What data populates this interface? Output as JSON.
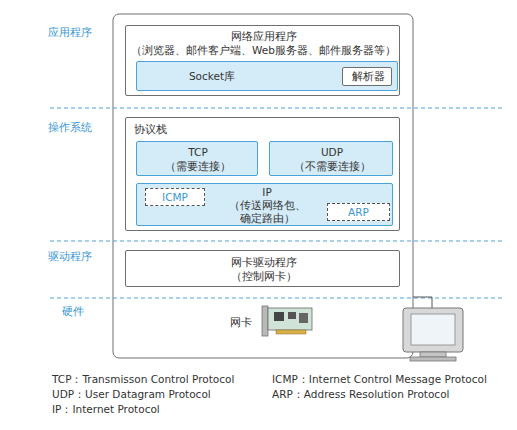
{
  "diagram": {
    "nodes": [
      {
        "text": [
          "网络应用程序",
          "（浏览器、邮件客户端、Web服务器、邮件服务器等）"
        ]
      },
      {
        "text": [
          "Socket库"
        ],
        "in": 0
      },
      {
        "text": [
          "解析器"
        ],
        "in": 1
      },
      {
        "text": [
          "协议栈"
        ]
      },
      {
        "text": [
          "TCP",
          "（需要连接）"
        ],
        "in": 3
      },
      {
        "text": [
          "UDP",
          "（不需要连接）"
        ],
        "in": 3
      },
      {
        "text": [
          "IP",
          "（传送网络包、 确定路由）"
        ],
        "in": 3
      },
      {
        "text": [
          "ICMP"
        ],
        "in": 6
      },
      {
        "text": [
          "ARP"
        ],
        "in": 6
      },
      {
        "text": [
          "网卡驱动程序",
          "（控制网卡）"
        ]
      }
    ],
    "labels": [
      "应用程序",
      "操作系统",
      "驱动程序",
      "硬件",
      "网卡",
      "TCP：Transmisson Control Protocol",
      "UDP：User Datagram Protocol",
      "IP：Internet Protocol",
      "ICMP：Internet Control Message Protocol",
      "ARP：Address Resolution Protocol"
    ]
  }
}
